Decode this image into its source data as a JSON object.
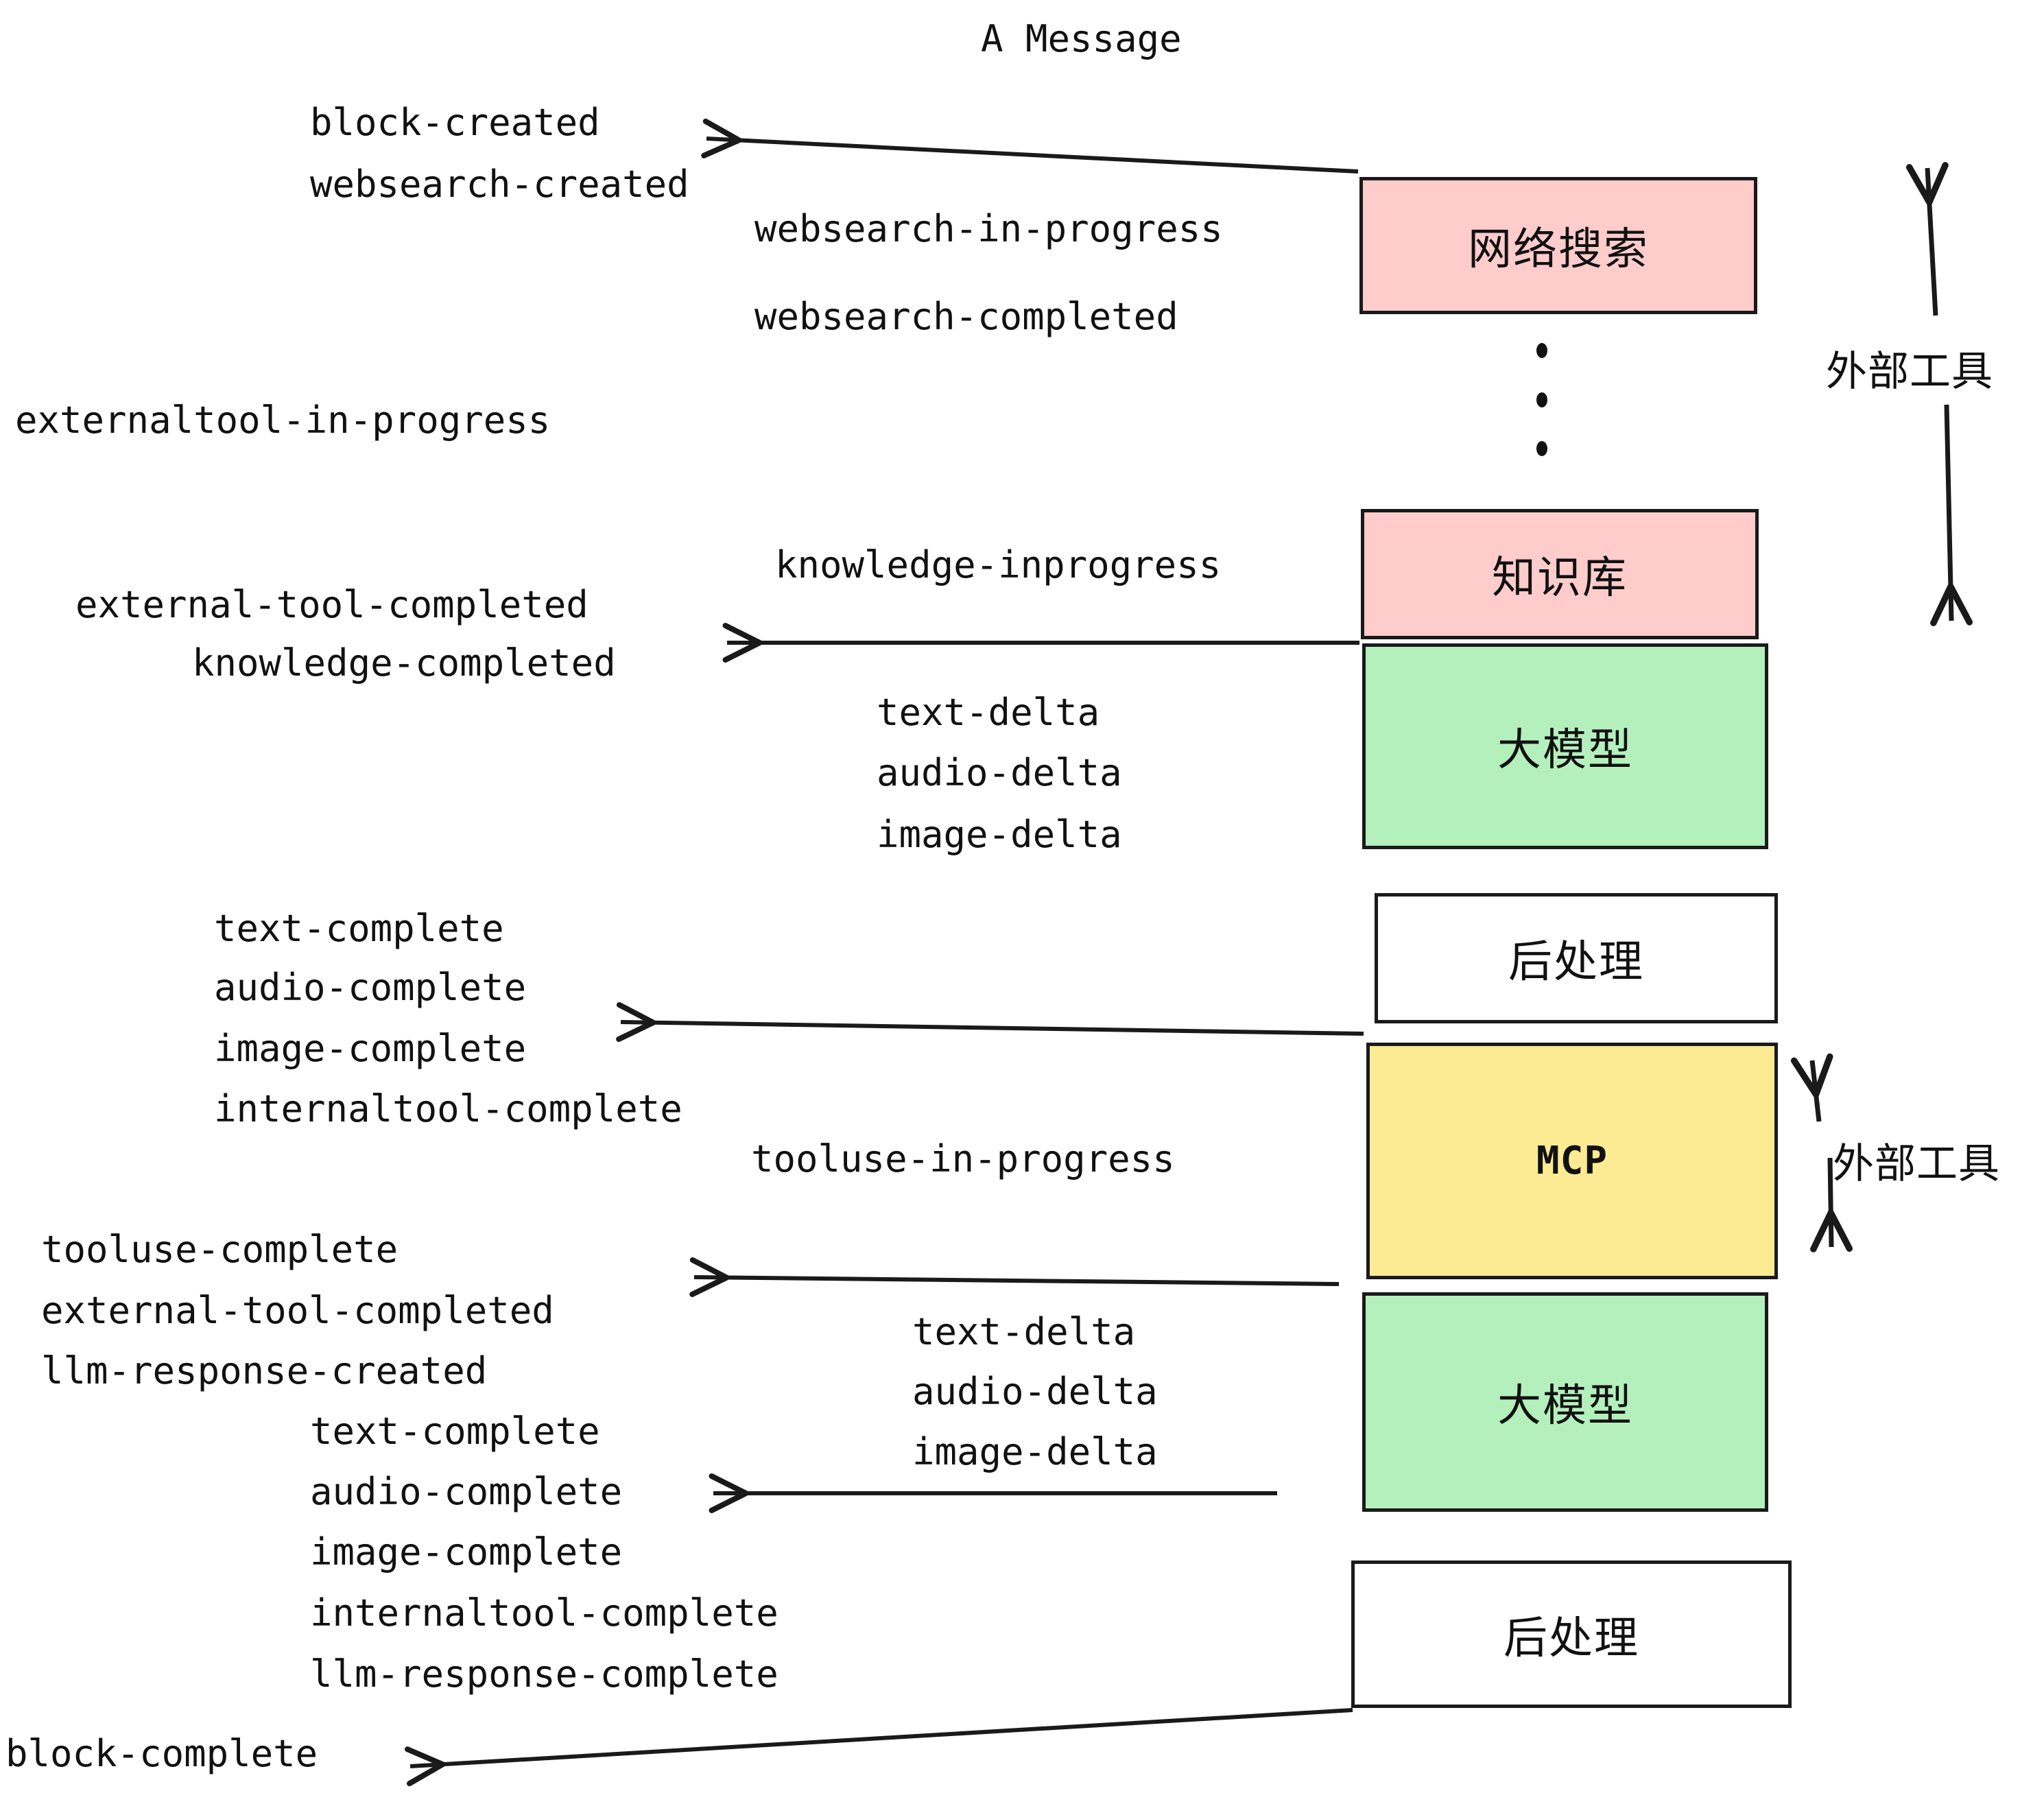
{
  "title": "A Message",
  "colors": {
    "pink": "#FFCCCC",
    "green": "#B4F0BC",
    "yellow": "#FCEB92",
    "white": "#FFFFFF",
    "stroke": "#1A1A1A",
    "text": "#111111"
  },
  "boxes": [
    {
      "id": "websearch",
      "label": "网络搜索",
      "fill": "#FFCCCC"
    },
    {
      "id": "knowledge",
      "label": "知识库",
      "fill": "#FFCCCC"
    },
    {
      "id": "llm-1",
      "label": "大模型",
      "fill": "#B4F0BC"
    },
    {
      "id": "postprocess-1",
      "label": "后处理",
      "fill": "#FFFFFF"
    },
    {
      "id": "mcp",
      "label": "MCP",
      "fill": "#FCEB92"
    },
    {
      "id": "llm-2",
      "label": "大模型",
      "fill": "#B4F0BC"
    },
    {
      "id": "postprocess-2",
      "label": "后处理",
      "fill": "#FFFFFF"
    }
  ],
  "side_labels": [
    {
      "id": "external-tools-top",
      "label": "外部工具"
    },
    {
      "id": "external-tools-bottom",
      "label": "外部工具"
    }
  ],
  "events": [
    {
      "id": "block-created",
      "label": "block-created"
    },
    {
      "id": "websearch-created",
      "label": "websearch-created"
    },
    {
      "id": "websearch-in-progress",
      "label": "websearch-in-progress"
    },
    {
      "id": "websearch-completed",
      "label": "websearch-completed"
    },
    {
      "id": "externaltool-in-progress",
      "label": "externaltool-in-progress"
    },
    {
      "id": "knowledge-inprogress",
      "label": "knowledge-inprogress"
    },
    {
      "id": "external-tool-completed-1",
      "label": "external-tool-completed"
    },
    {
      "id": "knowledge-completed",
      "label": "knowledge-completed"
    },
    {
      "id": "text-delta-1",
      "label": "text-delta"
    },
    {
      "id": "audio-delta-1",
      "label": "audio-delta"
    },
    {
      "id": "image-delta-1",
      "label": "image-delta"
    },
    {
      "id": "text-complete-1",
      "label": "text-complete"
    },
    {
      "id": "audio-complete-1",
      "label": "audio-complete"
    },
    {
      "id": "image-complete-1",
      "label": "image-complete"
    },
    {
      "id": "internaltool-complete-1",
      "label": "internaltool-complete"
    },
    {
      "id": "tooluse-in-progress",
      "label": "tooluse-in-progress"
    },
    {
      "id": "tooluse-complete",
      "label": "tooluse-complete"
    },
    {
      "id": "external-tool-completed-2",
      "label": "external-tool-completed"
    },
    {
      "id": "llm-response-created",
      "label": "llm-response-created"
    },
    {
      "id": "text-delta-2",
      "label": "text-delta"
    },
    {
      "id": "audio-delta-2",
      "label": "audio-delta"
    },
    {
      "id": "image-delta-2",
      "label": "image-delta"
    },
    {
      "id": "text-complete-2",
      "label": "text-complete"
    },
    {
      "id": "audio-complete-2",
      "label": "audio-complete"
    },
    {
      "id": "image-complete-2",
      "label": "image-complete"
    },
    {
      "id": "internaltool-complete-2",
      "label": "internaltool-complete"
    },
    {
      "id": "llm-response-complete",
      "label": "llm-response-complete"
    },
    {
      "id": "block-complete",
      "label": "block-complete"
    }
  ]
}
